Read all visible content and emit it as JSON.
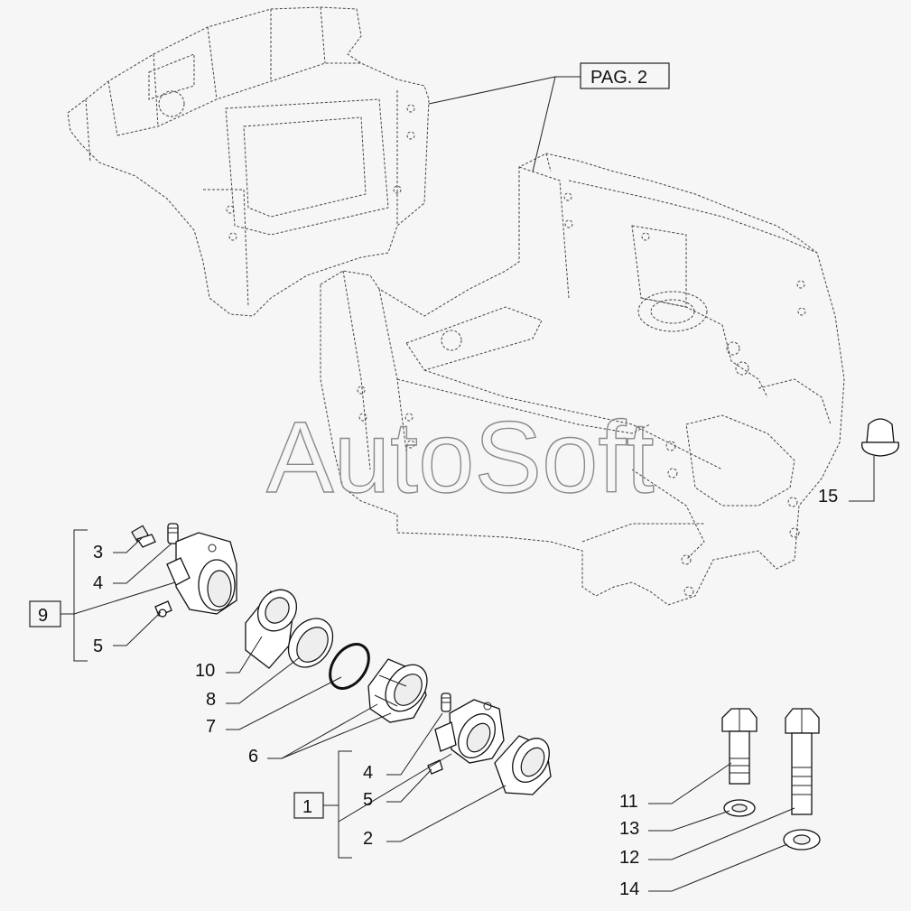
{
  "watermark": "AutoSoft",
  "page_ref": "PAG. 2",
  "group_labels": {
    "group_9": "9",
    "group_1": "1"
  },
  "callouts": {
    "c3": "3",
    "c4a": "4",
    "c5a": "5",
    "c10": "10",
    "c8": "8",
    "c7": "7",
    "c6": "6",
    "c4b": "4",
    "c5b": "5",
    "c2": "2",
    "c11": "11",
    "c13": "13",
    "c12": "12",
    "c14": "14",
    "c15": "15"
  }
}
